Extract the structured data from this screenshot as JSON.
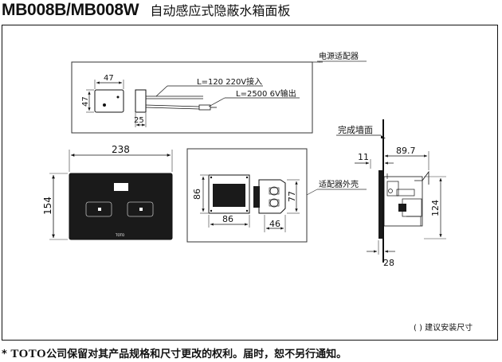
{
  "header": {
    "model": "MB008B/MB008W",
    "description": "自动感应式隐蔽水箱面板"
  },
  "labels": {
    "power_adapter": "电源适配器",
    "finished_wall": "完成墙面",
    "adapter_outline": "适配器外壳",
    "install_note": "( ) 建议安装尺寸",
    "cable_220v": "L=120 220V接入",
    "cable_6v": "L=2500 6V输出",
    "panel_brand": "TOTO"
  },
  "dimensions": {
    "adapter_width": "47",
    "adapter_height": "47",
    "adapter_depth": "25",
    "panel_width": "238",
    "panel_height": "154",
    "box_height": "86",
    "box_width": "86",
    "box_right_height": "77",
    "box_right_width": "46",
    "side_offset": "11",
    "side_depth": "89.7",
    "side_height": "124",
    "side_thickness": "28"
  },
  "footer": {
    "mark": "*",
    "brand": "TOTO",
    "text": "公司保留对其产品规格和尺寸更改的权利。届时，恕不另行通知。"
  }
}
